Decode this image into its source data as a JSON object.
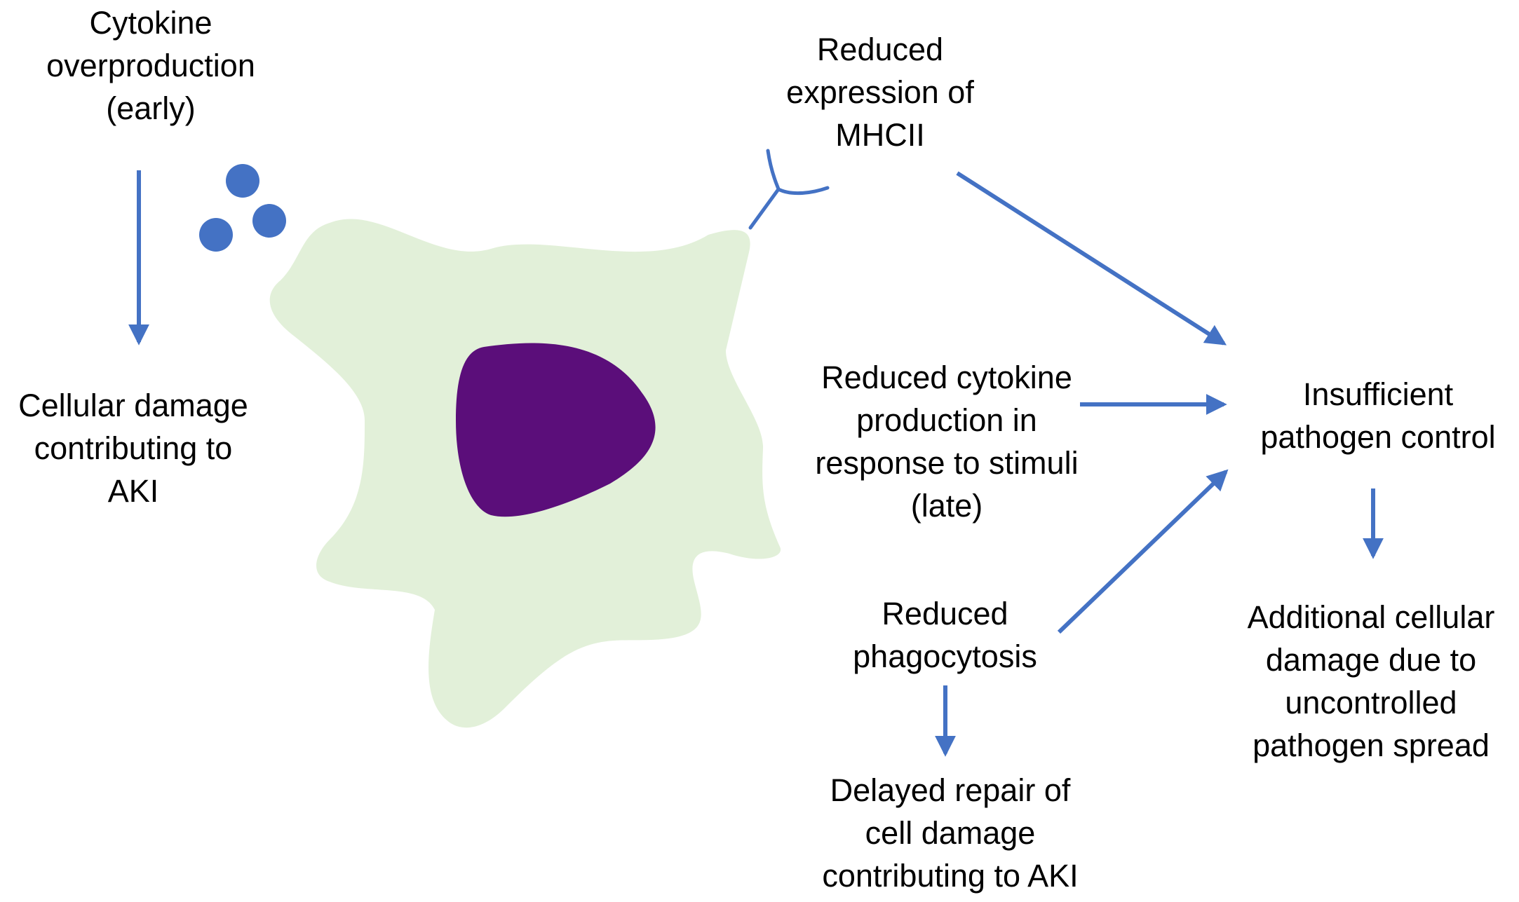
{
  "colors": {
    "arrow": "#4472C4",
    "cell_body": "#E2F0D9",
    "nucleus": "#5B0E7A",
    "cytokine_dots": "#4472C4",
    "receptor": "#4472C4",
    "text": "#000000"
  },
  "labels": {
    "cytokine_overproduction": [
      "Cytokine",
      "overproduction",
      "(early)"
    ],
    "cellular_damage": [
      "Cellular damage",
      "contributing to",
      "AKI"
    ],
    "reduced_mhcii": [
      "Reduced",
      "expression of",
      "MHCII"
    ],
    "reduced_cytokine_production": [
      "Reduced cytokine",
      "production in",
      "response to stimuli",
      "(late)"
    ],
    "reduced_phagocytosis": [
      "Reduced",
      "phagocytosis"
    ],
    "delayed_repair": [
      "Delayed repair of",
      "cell damage",
      "contributing to AKI"
    ],
    "insufficient_control": [
      "Insufficient",
      "pathogen control"
    ],
    "additional_damage": [
      "Additional cellular",
      "damage due to",
      "uncontrolled",
      "pathogen spread"
    ]
  }
}
